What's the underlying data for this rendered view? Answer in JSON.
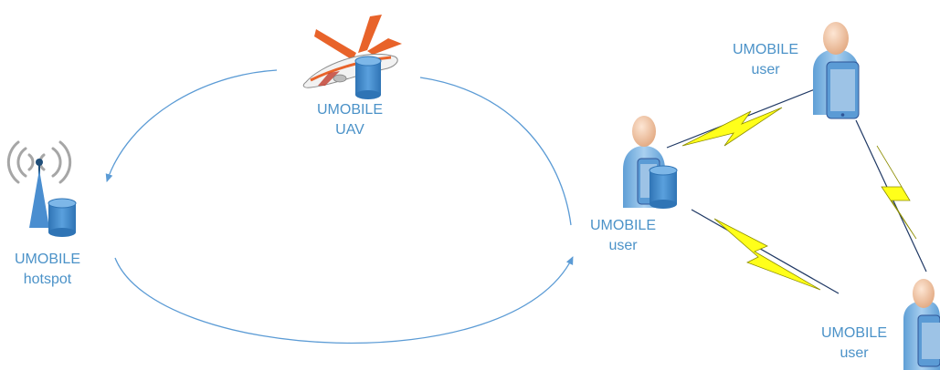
{
  "nodes": {
    "uav": {
      "line1": "UMOBILE",
      "line2": "UAV"
    },
    "hotspot": {
      "line1": "UMOBILE",
      "line2": "hotspot"
    },
    "user_center": {
      "line1": "UMOBILE",
      "line2": "user"
    },
    "user_top": {
      "line1": "UMOBILE",
      "line2": "user"
    },
    "user_bottom": {
      "line1": "UMOBILE",
      "line2": "user"
    }
  },
  "colors": {
    "label": "#4b92c8",
    "arrow": "#5b9bd5",
    "link_line": "#1f3864",
    "lightning": "#ffff1a",
    "database": "#3f86c6",
    "person_body": "#7eb4e0",
    "person_head": "#f6cfb2",
    "plane_body": "#f2f2f2",
    "plane_tail": "#e8632a"
  },
  "icons": [
    "airplane-icon",
    "database-icon",
    "antenna-tower-icon",
    "wireless-signal-icon",
    "person-icon",
    "smartphone-icon",
    "lightning-bolt-icon"
  ]
}
